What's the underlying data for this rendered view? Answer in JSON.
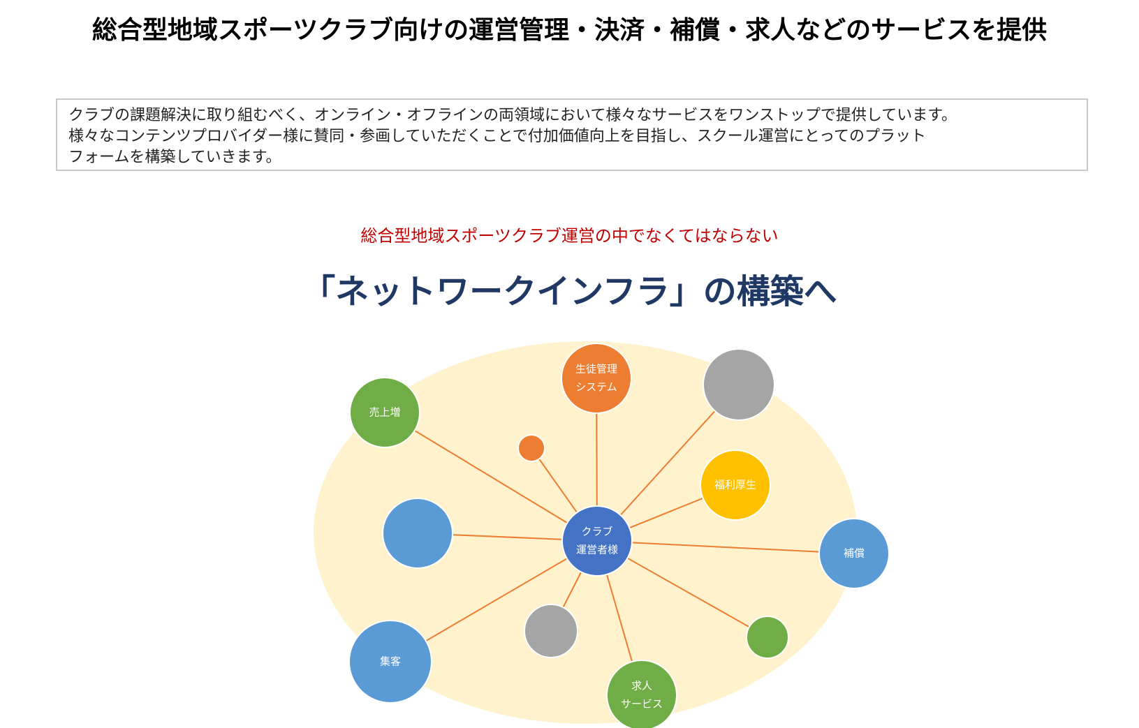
{
  "header": {
    "title": "総合型地域スポーツクラブ向けの運営管理・決済・補償・求人などのサービスを提供"
  },
  "description": {
    "lines": [
      "クラブの課題解決に取り組むべく、オンライン・オフラインの両領域において様々なサービスをワンストップで提供しています。",
      "様々なコンテンツプロバイダー様に賛同・参画していただくことで付加価値向上を目指し、スクール運営にとってのプラット",
      "フォームを構築していきます。"
    ]
  },
  "tagline": {
    "sub": "総合型地域スポーツクラブ運営の中でなくてはならない",
    "main": "「ネットワークインフラ」の構築へ"
  },
  "colors": {
    "sub_heading": "#c00000",
    "main_heading": "#1f3864",
    "ellipse": "#fff2cc",
    "connector": "#ed7d31",
    "hub": "#4472c4",
    "orange": "#ed7d31",
    "gray": "#a5a5a5",
    "yellow": "#ffc000",
    "blue": "#5b9bd5",
    "green": "#70ad47",
    "node_border": "#ffffff"
  },
  "diagram": {
    "hub": {
      "name": "hub-club-operators",
      "lines": [
        "クラブ",
        "運営者様"
      ]
    },
    "nodes": [
      {
        "name": "node-sales-increase",
        "lines": [
          "売上増"
        ]
      },
      {
        "name": "node-student-management-system",
        "lines": [
          "生徒管理",
          "システム"
        ]
      },
      {
        "name": "node-gray-top-right",
        "lines": []
      },
      {
        "name": "node-small-orange",
        "lines": []
      },
      {
        "name": "node-welfare",
        "lines": [
          "福利厚生"
        ]
      },
      {
        "name": "node-blue-left",
        "lines": []
      },
      {
        "name": "node-compensation",
        "lines": [
          "補償"
        ]
      },
      {
        "name": "node-gray-bottom",
        "lines": []
      },
      {
        "name": "node-small-green",
        "lines": []
      },
      {
        "name": "node-customer-acquisition",
        "lines": [
          "集客"
        ]
      },
      {
        "name": "node-job-service",
        "lines": [
          "求人",
          "サービス"
        ]
      }
    ]
  }
}
